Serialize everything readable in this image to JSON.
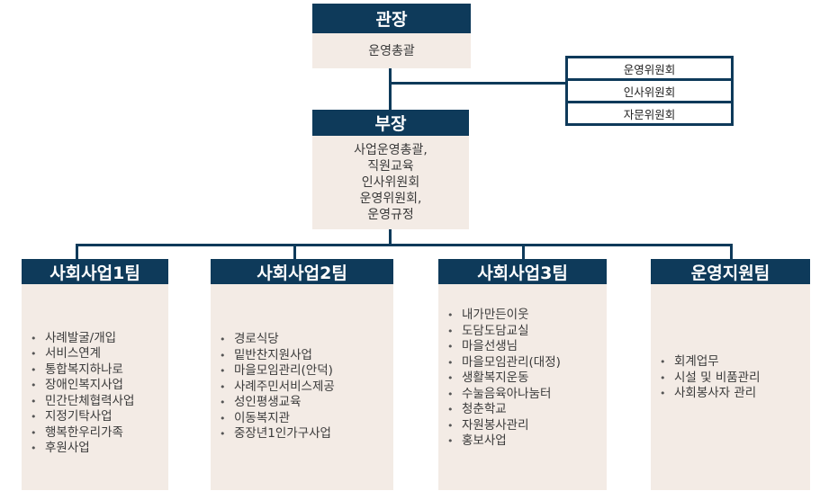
{
  "director": {
    "title": "관장",
    "duties": "운영총괄"
  },
  "committees": [
    "운영위원회",
    "인사위원회",
    "자문위원회"
  ],
  "manager": {
    "title": "부장",
    "duties": [
      "사업운영총괄,",
      "직원교육",
      "인사위원회",
      "운영위원회,",
      "운영규정"
    ]
  },
  "teams": [
    {
      "title": "사회사업1팀",
      "items": [
        "사례발굴/개입",
        "서비스연계",
        "통합복지하나로",
        "장애인복지사업",
        "민간단체협력사업",
        "지정기탁사업",
        "행복한우리가족",
        "후원사업"
      ]
    },
    {
      "title": "사회사업2팀",
      "items": [
        "경로식당",
        "밑반찬지원사업",
        "마을모임관리(안덕)",
        "사례주민서비스제공",
        "성인평생교육",
        "이동복지관",
        "중장년1인가구사업"
      ]
    },
    {
      "title": "사회사업3팀",
      "items": [
        "내가만든이웃",
        "도담도담교실",
        "마을선생님",
        "마을모임관리(대정)",
        "생활복지운동",
        "수눌음육아나눔터",
        "청춘학교",
        "자원봉사관리",
        "홍보사업"
      ]
    },
    {
      "title": "운영지원팀",
      "items": [
        "회계업무",
        "시설 및 비품관리",
        "사회봉사자 관리"
      ]
    }
  ]
}
